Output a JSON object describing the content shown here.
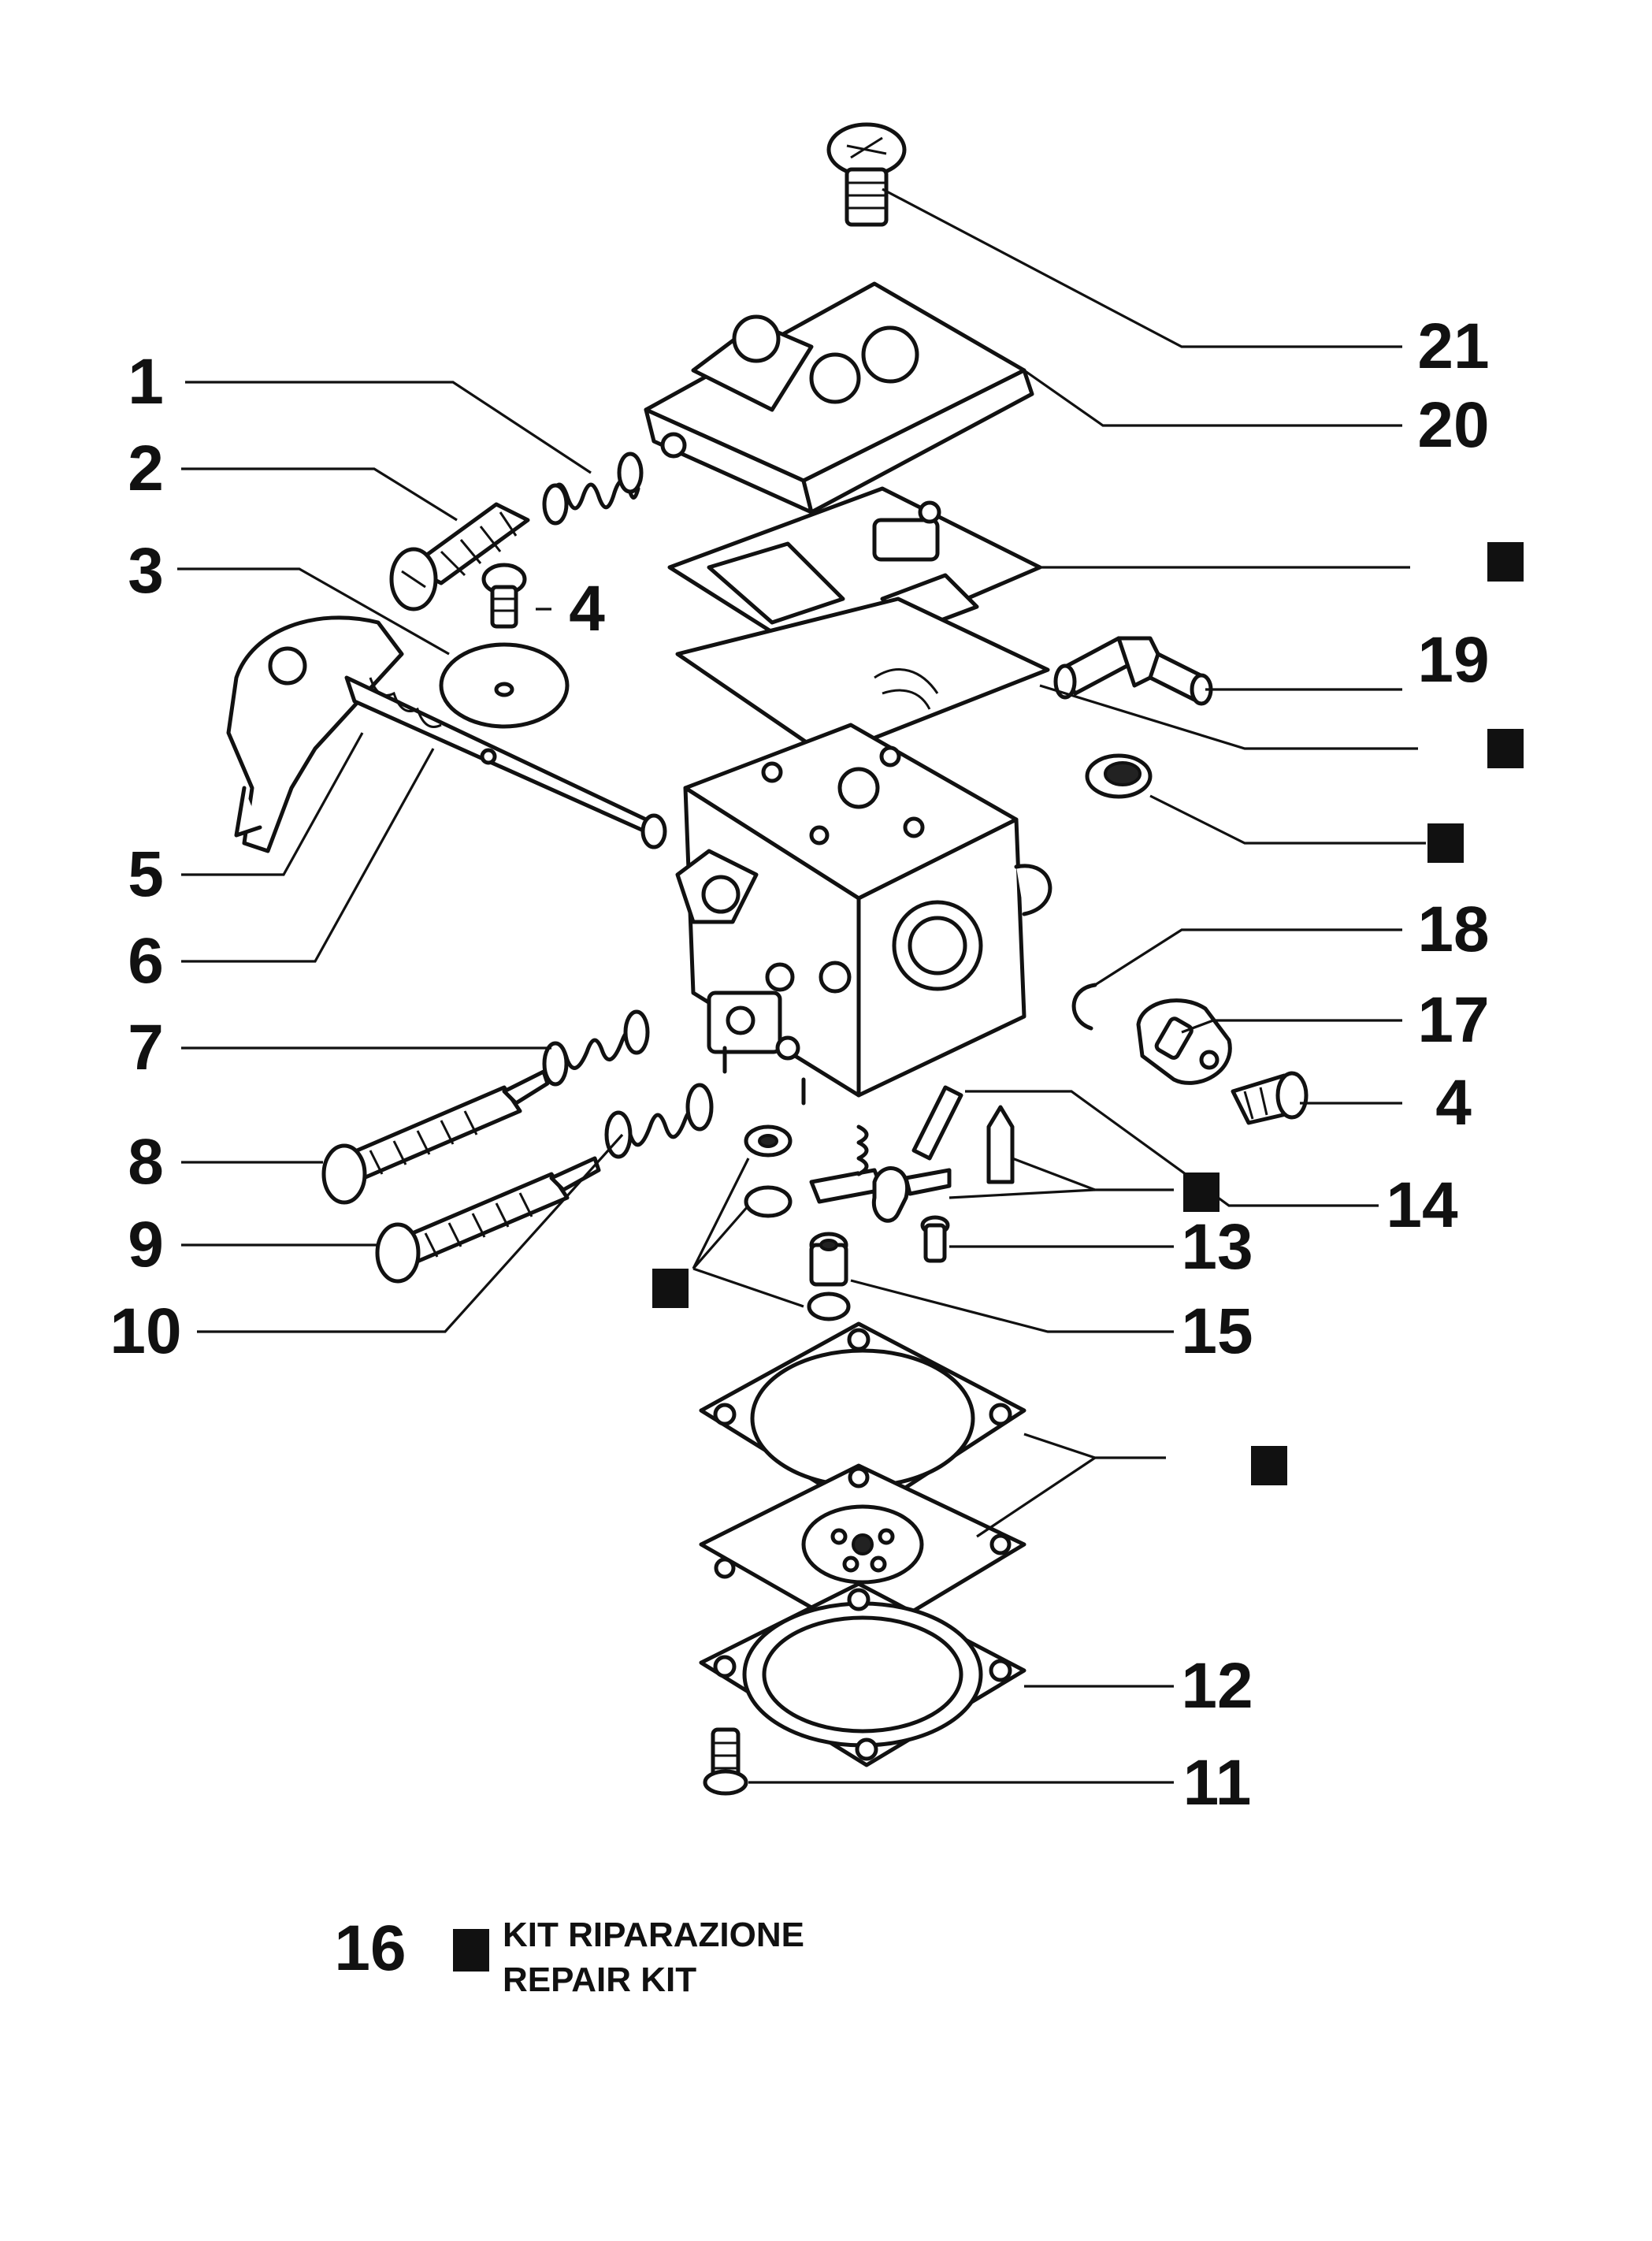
{
  "diagram": {
    "callouts": [
      {
        "id": "c1",
        "text": "1"
      },
      {
        "id": "c2",
        "text": "2"
      },
      {
        "id": "c3",
        "text": "3"
      },
      {
        "id": "c4a",
        "text": "4"
      },
      {
        "id": "c5",
        "text": "5"
      },
      {
        "id": "c6",
        "text": "6"
      },
      {
        "id": "c7",
        "text": "7"
      },
      {
        "id": "c8",
        "text": "8"
      },
      {
        "id": "c9",
        "text": "9"
      },
      {
        "id": "c10",
        "text": "10"
      },
      {
        "id": "c21",
        "text": "21"
      },
      {
        "id": "c20",
        "text": "20"
      },
      {
        "id": "c19",
        "text": "19"
      },
      {
        "id": "c18",
        "text": "18"
      },
      {
        "id": "c17",
        "text": "17"
      },
      {
        "id": "c4b",
        "text": "4"
      },
      {
        "id": "c14",
        "text": "14"
      },
      {
        "id": "c13",
        "text": "13"
      },
      {
        "id": "c15",
        "text": "15"
      },
      {
        "id": "c12",
        "text": "12"
      },
      {
        "id": "c11",
        "text": "11"
      }
    ],
    "legend": {
      "number": "16",
      "line1": "KIT RIPARAZIONE",
      "line2": "REPAIR KIT"
    }
  }
}
